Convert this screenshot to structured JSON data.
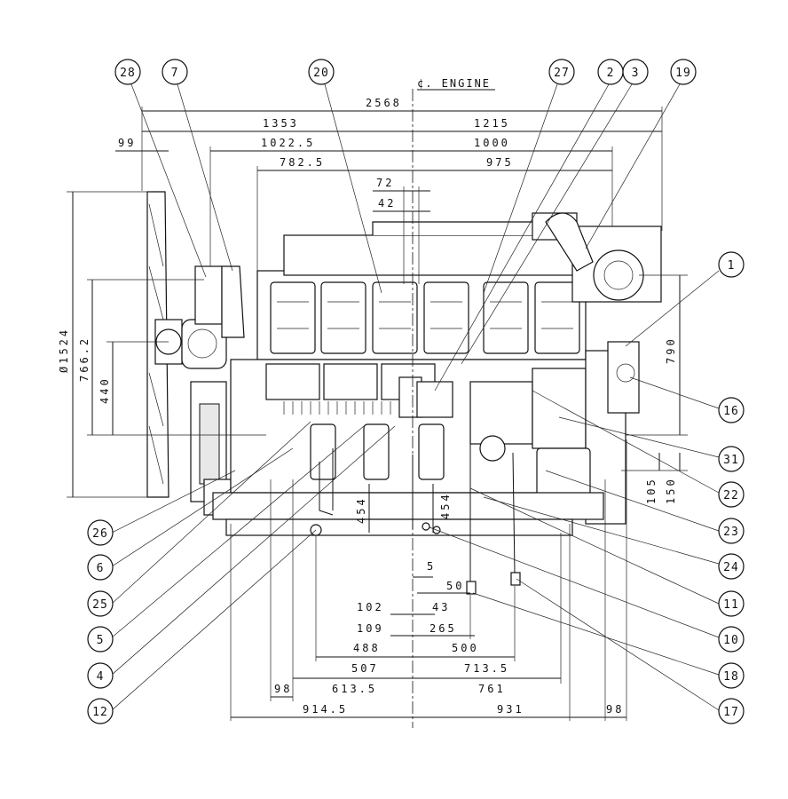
{
  "centerline_label": "¢. ENGINE",
  "balloons": [
    {
      "id": "b28",
      "label": "28"
    },
    {
      "id": "b7",
      "label": "7"
    },
    {
      "id": "b20",
      "label": "20"
    },
    {
      "id": "b27",
      "label": "27"
    },
    {
      "id": "b2",
      "label": "2"
    },
    {
      "id": "b3",
      "label": "3"
    },
    {
      "id": "b19",
      "label": "19"
    },
    {
      "id": "b1",
      "label": "1"
    },
    {
      "id": "b16",
      "label": "16"
    },
    {
      "id": "b31",
      "label": "31"
    },
    {
      "id": "b22",
      "label": "22"
    },
    {
      "id": "b23",
      "label": "23"
    },
    {
      "id": "b24",
      "label": "24"
    },
    {
      "id": "b11",
      "label": "11"
    },
    {
      "id": "b10",
      "label": "10"
    },
    {
      "id": "b18",
      "label": "18"
    },
    {
      "id": "b17",
      "label": "17"
    },
    {
      "id": "b26",
      "label": "26"
    },
    {
      "id": "b6",
      "label": "6"
    },
    {
      "id": "b25",
      "label": "25"
    },
    {
      "id": "b5",
      "label": "5"
    },
    {
      "id": "b4",
      "label": "4"
    },
    {
      "id": "b12",
      "label": "12"
    }
  ],
  "dimensions": {
    "overall_length": "2568",
    "left_1353": "1353",
    "right_1215": "1215",
    "left_99": "99",
    "left_1022_5": "1022.5",
    "right_1000": "1000",
    "left_782_5": "782.5",
    "right_975": "975",
    "d72": "72",
    "d42": "42",
    "fan_dia": "Ø1524",
    "d766_2": "766.2",
    "d440": "440",
    "d790": "790",
    "d105": "105",
    "d150": "150",
    "d454_left": "454",
    "d454_right": "454",
    "d5": "5",
    "d50": "50",
    "d102": "102",
    "d43": "43",
    "d109": "109",
    "d265": "265",
    "d488": "488",
    "d500": "500",
    "d507": "507",
    "d713_5": "713.5",
    "d98_left": "98",
    "d613_5": "613.5",
    "d761": "761",
    "d914_5": "914.5",
    "d931": "931",
    "d98_right": "98"
  }
}
